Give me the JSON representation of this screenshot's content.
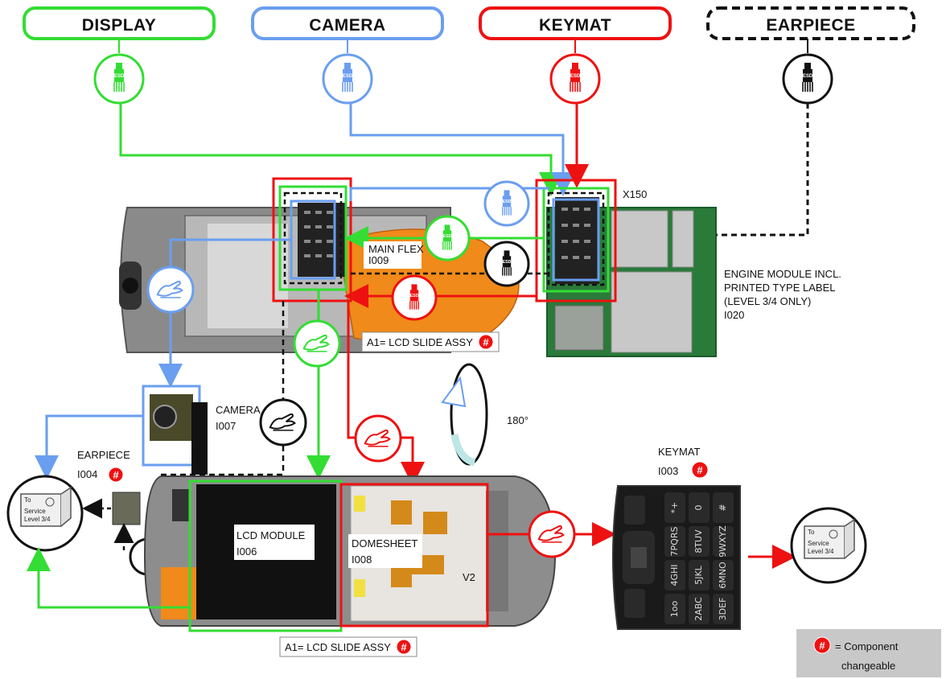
{
  "colors": {
    "display": "#33dd33",
    "camera": "#6a9ef0",
    "keymat": "#ee1111",
    "earpiece": "#111111",
    "pcb": "#2a7a3a",
    "flex": "#f08a1a"
  },
  "headers": {
    "display": "DISPLAY",
    "camera": "CAMERA",
    "keymat": "KEYMAT",
    "earpiece": "EARPIECE"
  },
  "esd_label": "ESD",
  "labels": {
    "x150": "X150",
    "main_flex_line1": "MAIN FLEX",
    "main_flex_line2": "I009",
    "engine_line1": "ENGINE MODULE INCL.",
    "engine_line2": "PRINTED TYPE LABEL",
    "engine_line3": "(LEVEL 3/4 ONLY)",
    "engine_line4": "I020",
    "a1_top": "A1= LCD SLIDE ASSY",
    "a1_bottom": "A1= LCD SLIDE ASSY",
    "camera_line1": "CAMERA",
    "camera_line2": "I007",
    "rotation": "180°",
    "earpiece_line1": "EARPIECE",
    "earpiece_line2": "I004",
    "keymat_line1": "KEYMAT",
    "keymat_line2": "I003",
    "lcd_line1": "LCD MODULE",
    "lcd_line2": "I006",
    "domesheet_line1": "DOMESHEET",
    "domesheet_line2": "I008",
    "v2": "V2",
    "hash": "#",
    "legend_text_line1": "= Component",
    "legend_text_line2": "changeable"
  },
  "service_box": {
    "to": "To",
    "line1": "Service",
    "line2": "Level 3/4"
  },
  "keypad_keys": [
    [
      "*+",
      "7PQRS",
      "4GHI",
      "1oo"
    ],
    [
      "0",
      "8TUV",
      "5JKL",
      "2ABC"
    ],
    [
      "#",
      "9WXYZ",
      "6MNO",
      "3DEF"
    ]
  ]
}
